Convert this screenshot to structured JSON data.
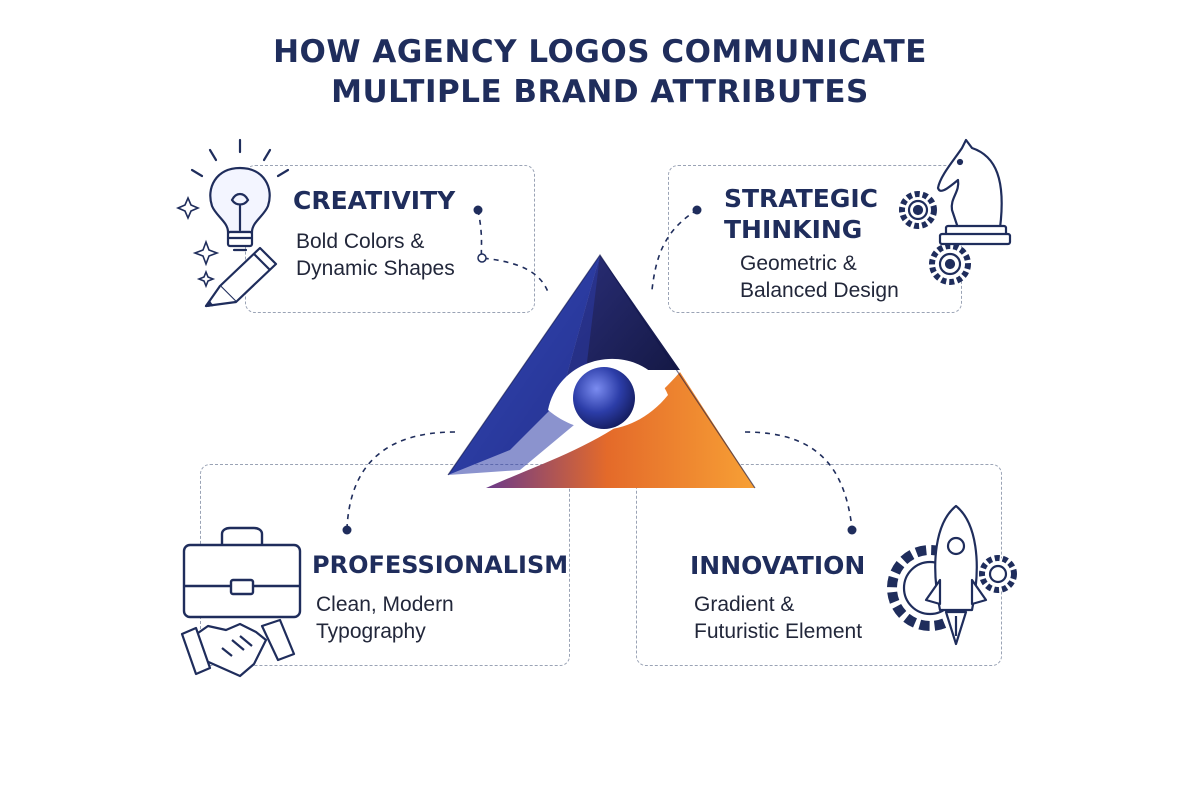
{
  "title": {
    "line1": "HOW AGENCY LOGOS COMMUNICATE",
    "line2": "MULTIPLE BRAND ATTRIBUTES"
  },
  "attributes": {
    "creativity": {
      "heading": "CREATIVITY",
      "desc_line1": "Bold Colors &",
      "desc_line2": "Dynamic Shapes",
      "icons": [
        "lightbulb-icon",
        "pencil-icon",
        "sparkle-icon"
      ]
    },
    "strategic": {
      "heading_line1": "STRATEGIC",
      "heading_line2": "THINKING",
      "desc_line1": "Geometric &",
      "desc_line2": "Balanced Design",
      "icons": [
        "chess-knight-icon",
        "gears-icon"
      ]
    },
    "professionalism": {
      "heading": "PROFESSIONALISM",
      "desc_line1": "Clean, Modern",
      "desc_line2": "Typography",
      "icons": [
        "briefcase-icon",
        "handshake-icon"
      ]
    },
    "innovation": {
      "heading": "INNOVATION",
      "desc_line1": "Gradient &",
      "desc_line2": "Futuristic Element",
      "icons": [
        "rocket-icon",
        "gears-icon"
      ]
    }
  },
  "colors": {
    "navy": "#1f2d5c",
    "blue": "#2f3f9a",
    "orange": "#f07a22",
    "purple": "#6b3a8a",
    "dashed": "#9aa3b5"
  }
}
